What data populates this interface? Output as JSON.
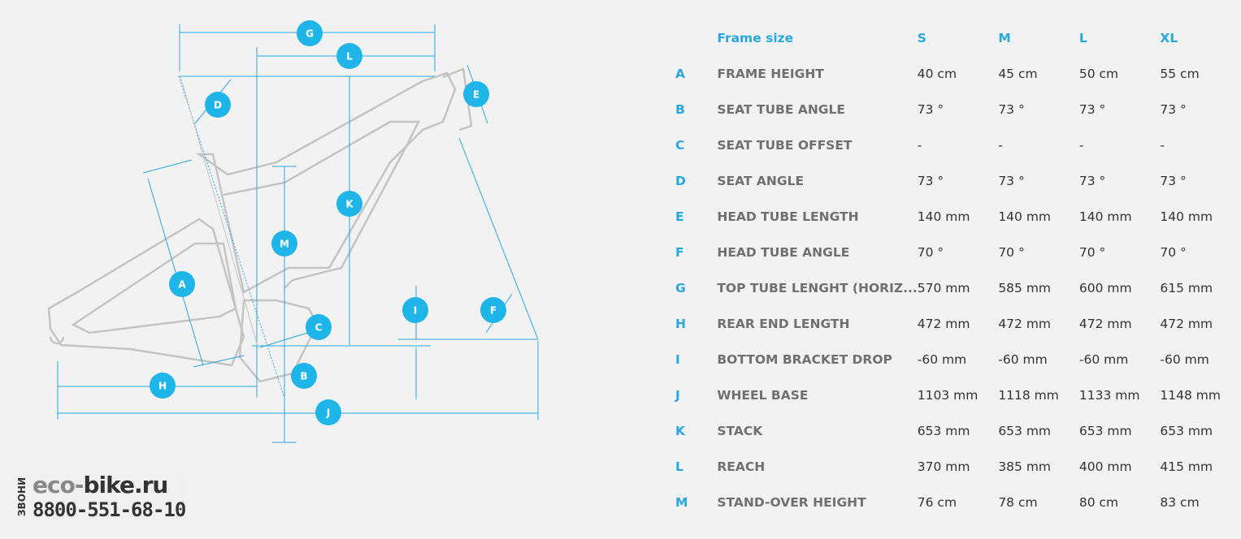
{
  "diagram": {
    "labels": [
      "G",
      "L",
      "D",
      "E",
      "K",
      "M",
      "A",
      "I",
      "F",
      "C",
      "B",
      "H",
      "J"
    ],
    "accent_color": "#1fb5e8"
  },
  "table": {
    "header": {
      "label": "Frame size",
      "sizes": [
        "S",
        "M",
        "L",
        "XL"
      ]
    },
    "rows": [
      {
        "letter": "A",
        "name": "FRAME HEIGHT",
        "values": [
          "40 cm",
          "45 cm",
          "50 cm",
          "55 cm"
        ]
      },
      {
        "letter": "B",
        "name": "SEAT TUBE ANGLE",
        "values": [
          "73 °",
          "73 °",
          "73 °",
          "73 °"
        ]
      },
      {
        "letter": "C",
        "name": "SEAT TUBE OFFSET",
        "values": [
          "-",
          "-",
          "-",
          "-"
        ]
      },
      {
        "letter": "D",
        "name": "SEAT ANGLE",
        "values": [
          "73 °",
          "73 °",
          "73 °",
          "73 °"
        ]
      },
      {
        "letter": "E",
        "name": "HEAD TUBE LENGTH",
        "values": [
          "140 mm",
          "140 mm",
          "140 mm",
          "140 mm"
        ]
      },
      {
        "letter": "F",
        "name": "HEAD TUBE ANGLE",
        "values": [
          "70 °",
          "70 °",
          "70 °",
          "70 °"
        ]
      },
      {
        "letter": "G",
        "name": "TOP TUBE LENGHT (HORIZ...",
        "values": [
          "570 mm",
          "585 mm",
          "600 mm",
          "615 mm"
        ]
      },
      {
        "letter": "H",
        "name": "REAR END LENGTH",
        "values": [
          "472 mm",
          "472 mm",
          "472 mm",
          "472 mm"
        ]
      },
      {
        "letter": "I",
        "name": "BOTTOM BRACKET DROP",
        "values": [
          "-60 mm",
          "-60 mm",
          "-60 mm",
          "-60 mm"
        ]
      },
      {
        "letter": "J",
        "name": "WHEEL BASE",
        "values": [
          "1103 mm",
          "1118 mm",
          "1133 mm",
          "1148 mm"
        ]
      },
      {
        "letter": "K",
        "name": "STACK",
        "values": [
          "653 mm",
          "653 mm",
          "653 mm",
          "653 mm"
        ]
      },
      {
        "letter": "L",
        "name": "REACH",
        "values": [
          "370 mm",
          "385 mm",
          "400 mm",
          "415 mm"
        ]
      },
      {
        "letter": "M",
        "name": "STAND-OVER HEIGHT",
        "values": [
          "76 cm",
          "78 cm",
          "80 cm",
          "83 cm"
        ]
      }
    ]
  },
  "watermark": {
    "vertical": "ЗВОНИ",
    "site_a": "eco-",
    "site_b": "bike",
    "site_c": ".ru",
    "phone": "8800-551-68-10"
  }
}
